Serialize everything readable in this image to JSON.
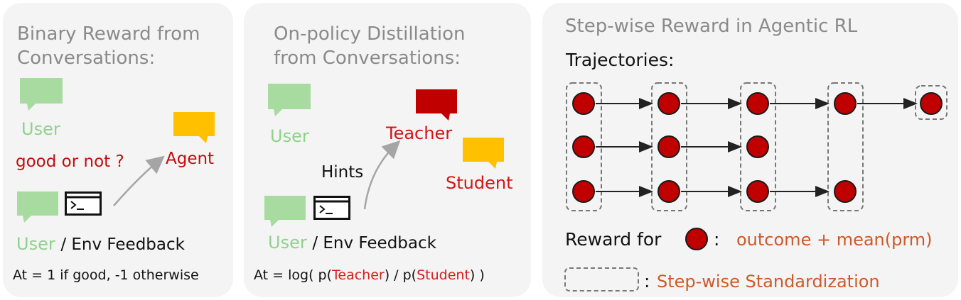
{
  "panel1": {
    "title_line1": "Binary Reward from",
    "title_line2": "Conversations:",
    "user_label": "User",
    "question": "good or not ?",
    "agent_label": "Agent",
    "feedback_user": "User",
    "feedback_rest": "/ Env Feedback",
    "formula": "At = 1 if good, -1 otherwise"
  },
  "panel2": {
    "title_line1": "On-policy Distillation",
    "title_line2": "from Conversations:",
    "user_label": "User",
    "teacher_label": "Teacher",
    "student_label": "Student",
    "hints_label": "Hints",
    "feedback_user": "User",
    "feedback_rest": "/ Env Feedback",
    "formula_prefix": "At = log( p(",
    "formula_teacher": "Teacher",
    "formula_mid": ") / p(",
    "formula_student": "Student",
    "formula_suffix": ") )"
  },
  "panel3": {
    "title": "Step-wise Reward in Agentic RL",
    "trajectories_label": "Trajectories:",
    "reward_prefix": "Reward for",
    "reward_colon": ":",
    "reward_formula": "outcome + mean(prm)",
    "legend_colon": ":",
    "legend_text": "Step-wise Standardization"
  },
  "colors": {
    "panel_bg": "#f4f4f4",
    "user_green": "#8fd18b",
    "agent_yellow": "#ffc000",
    "teacher_red": "#c00000",
    "node_red": "#c00000",
    "title_gray": "#8a8a8a",
    "orange_text": "#cc5a2a"
  },
  "icons": [
    "user-chat-bubble-icon",
    "agent-chat-bubble-icon",
    "teacher-chat-bubble-icon",
    "student-chat-bubble-icon",
    "terminal-icon",
    "arrow-icon",
    "trajectory-node-icon",
    "standardization-box-icon"
  ]
}
